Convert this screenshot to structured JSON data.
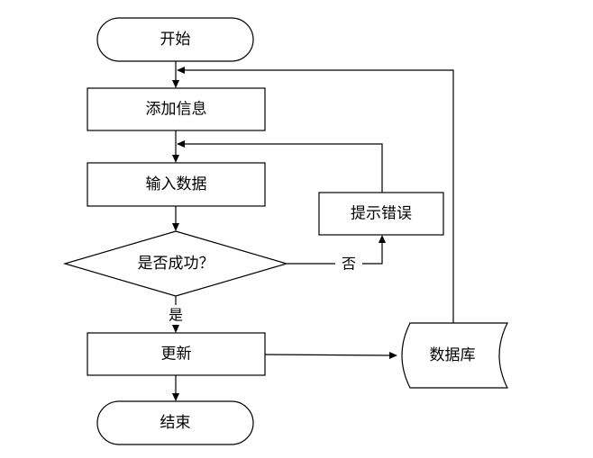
{
  "flowchart": {
    "start": "开始",
    "add_info": "添加信息",
    "input_data": "输入数据",
    "decision": "是否成功？",
    "error": "提示错误",
    "update": "更新",
    "end": "结束",
    "database": "数据库",
    "label_yes": "是",
    "label_no": "否"
  }
}
